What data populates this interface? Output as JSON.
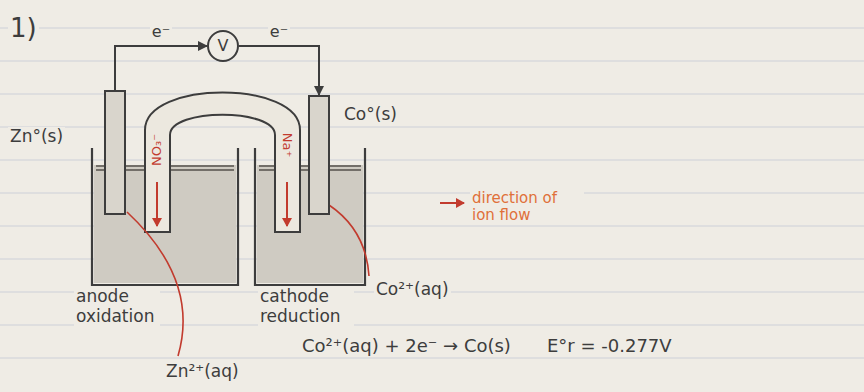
{
  "diagram": {
    "nodes": [
      {
        "text": [
          "Zn°(s)"
        ]
      },
      {
        "text": [
          "V"
        ]
      },
      {
        "text": [
          "Co°(s)"
        ]
      }
    ],
    "edges": [
      {
        "from": 0,
        "to": 1,
        "arrow": "to",
        "label": "e⁻"
      },
      {
        "from": 1,
        "to": 2,
        "arrow": "to",
        "label": "e⁻"
      }
    ],
    "labels": [
      "1)",
      "NO₃⁻",
      "Na⁺",
      "direction of ion flow",
      "anode oxidation",
      "cathode reduction",
      "Co²⁺(aq)",
      "Zn²⁺(aq)",
      "Co²⁺(aq) + 2e⁻ → Co(s)",
      "E°r = -0.277V"
    ]
  }
}
